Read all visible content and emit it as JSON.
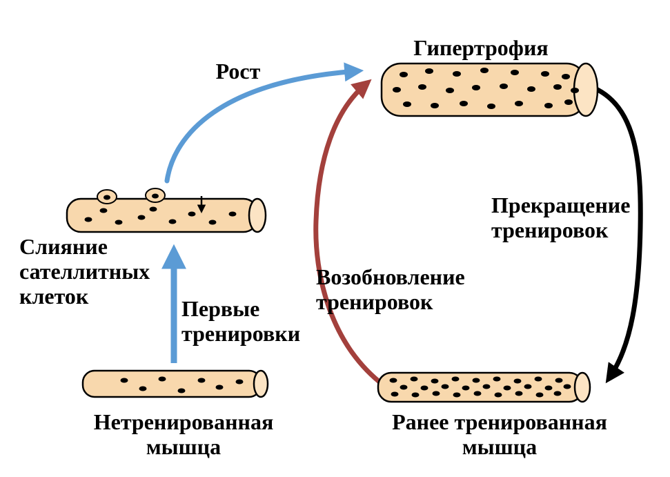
{
  "diagram": {
    "hypertrophy": {
      "label": "Гипертрофия",
      "nuclei_count": 22
    },
    "satellite": {
      "label_lines": [
        "Слияние",
        "сателлитных",
        "клеток"
      ],
      "fiber_nuclei_count": 9,
      "satellite_cell_count": 2
    },
    "untrained": {
      "label_lines": [
        "Нетренированная",
        "мышца"
      ],
      "nuclei_count": 7
    },
    "trained": {
      "label_lines": [
        "Ранее тренированная",
        "мышца"
      ],
      "nuclei_count": 27
    },
    "arrows": {
      "growth": {
        "label": "Рост",
        "color": "#5b9bd5"
      },
      "first_training": {
        "label_lines": [
          "Первые",
          "тренировки"
        ],
        "color": "#5b9bd5",
        "text_color": "#2aa3e8"
      },
      "stop_training": {
        "label_lines": [
          "Прекращение",
          "тренировок"
        ],
        "color": "#000000",
        "text_color": "#000000"
      },
      "resume_training": {
        "label_lines": [
          "Возобновление",
          "тренировок"
        ],
        "color": "#a3403c",
        "text_color": "#d40000"
      }
    },
    "colors": {
      "muscle_fill": "#f8d8ad",
      "muscle_cap": "#fce4c4",
      "outline": "#000000",
      "nucleus": "#000000",
      "background": "#ffffff"
    }
  }
}
